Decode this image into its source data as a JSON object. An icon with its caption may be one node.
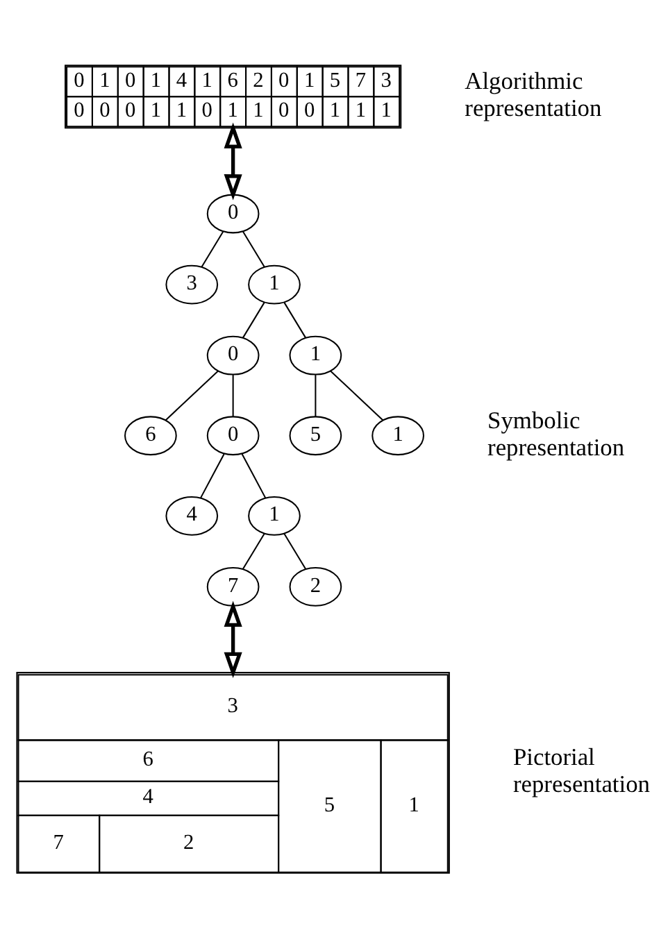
{
  "diagram": {
    "nodes": [
      {
        "text": [
          "0",
          "1",
          "0",
          "1",
          "4",
          "1",
          "6",
          "2",
          "0",
          "1",
          "5",
          "7",
          "3",
          "0",
          "0",
          "0",
          "1",
          "1",
          "0",
          "1",
          "1",
          "0",
          "0",
          "1",
          "1",
          "1"
        ],
        "beside": [
          "Algorithmic representation"
        ]
      },
      {
        "text": [
          "0"
        ]
      },
      {
        "text": [
          "3"
        ]
      },
      {
        "text": [
          "1"
        ]
      },
      {
        "text": [
          "0"
        ]
      },
      {
        "text": [
          "1"
        ]
      },
      {
        "text": [
          "6"
        ]
      },
      {
        "text": [
          "0"
        ]
      },
      {
        "text": [
          "5"
        ]
      },
      {
        "text": [
          "1"
        ]
      },
      {
        "text": [
          "4"
        ]
      },
      {
        "text": [
          "1"
        ]
      },
      {
        "text": [
          "7"
        ]
      },
      {
        "text": [
          "2"
        ]
      },
      {
        "text": [
          "3",
          "6",
          "4",
          "5",
          "1",
          "7",
          "2"
        ],
        "beside": [
          "Pictorial representation"
        ]
      }
    ],
    "edges": [
      {
        "from": 0,
        "to": 1,
        "arrow": "both",
        "style": "thick"
      },
      {
        "from": 1,
        "to": 2,
        "arrow": "none"
      },
      {
        "from": 1,
        "to": 3,
        "arrow": "none"
      },
      {
        "from": 3,
        "to": 4,
        "arrow": "none"
      },
      {
        "from": 3,
        "to": 5,
        "arrow": "none"
      },
      {
        "from": 4,
        "to": 6,
        "arrow": "none"
      },
      {
        "from": 4,
        "to": 7,
        "arrow": "none"
      },
      {
        "from": 5,
        "to": 8,
        "arrow": "none"
      },
      {
        "from": 5,
        "to": 9,
        "arrow": "none"
      },
      {
        "from": 7,
        "to": 10,
        "arrow": "none"
      },
      {
        "from": 7,
        "to": 11,
        "arrow": "none"
      },
      {
        "from": 11,
        "to": 12,
        "arrow": "none"
      },
      {
        "from": 11,
        "to": 13,
        "arrow": "none"
      },
      {
        "from": 12,
        "to": 14,
        "arrow": "both",
        "style": "thick"
      }
    ],
    "labels": [
      "Symbolic representation"
    ]
  }
}
